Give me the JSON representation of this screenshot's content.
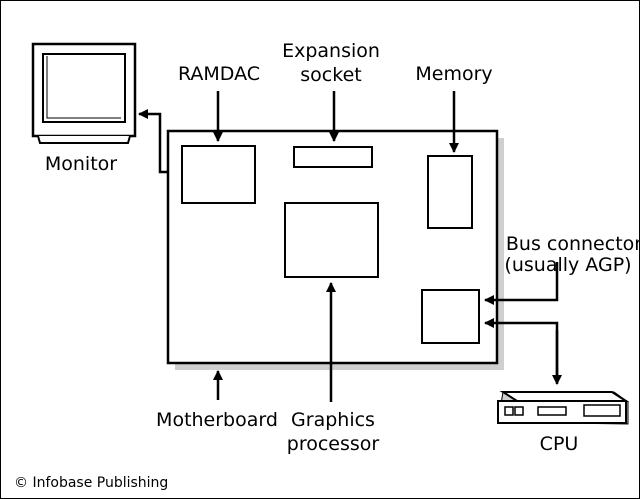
{
  "labels": {
    "ramdac": "RAMDAC",
    "expansion_1": "Expansion",
    "expansion_2": "socket",
    "memory": "Memory",
    "monitor": "Monitor",
    "bus_1": "Bus connector",
    "bus_2": "(usually AGP)",
    "motherboard": "Motherboard",
    "graphics_1": "Graphics",
    "graphics_2": "processor",
    "cpu": "CPU"
  },
  "credit": "© Infobase Publishing"
}
